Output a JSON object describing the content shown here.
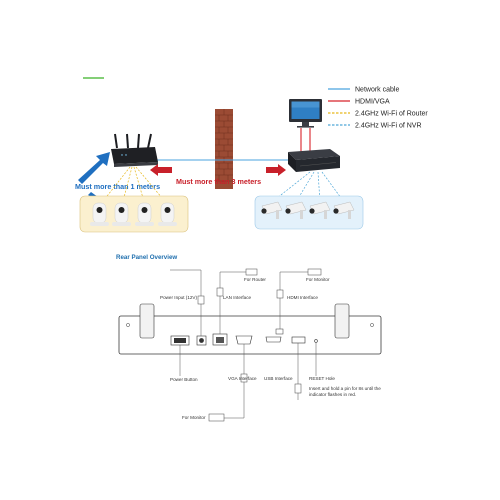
{
  "legend": {
    "network_cable": "Network cable",
    "hdmi_vga": "HDMI/VGA",
    "wifi_router": "2.4GHz Wi-Fi of Router",
    "wifi_nvr": "2.4GHz Wi-Fi of NVR"
  },
  "notes": {
    "router_distance": "Must more than 1 meters",
    "nvr_distance": "Must more than 3 meters"
  },
  "rear_panel": {
    "title": "Rear Panel Overview",
    "callouts": {
      "for_router": "For Router",
      "for_monitor_top": "For Monitor",
      "power_input": "Power Input (12V)",
      "lan_interface": "LAN Interface",
      "hdmi_interface": "HDMI Interface",
      "power_button": "Power Button",
      "vga_interface": "VGA Interface",
      "usb_interface": "USB Interface",
      "reset_hole": "RESET Hole",
      "reset_note_1": "Insert and hold a pin for 8s until the",
      "reset_note_2": "indicator flashes in red.",
      "for_monitor_bottom": "For Monitor"
    }
  },
  "colors": {
    "network_cable": "#4aa3df",
    "hdmi_vga": "#d8232a",
    "wifi_router": "#e8b81a",
    "wifi_nvr": "#4fa8d8",
    "arrow_blue": "#1f6fc0",
    "arrow_red": "#c8202a",
    "accent_green": "#5cbf4a"
  }
}
